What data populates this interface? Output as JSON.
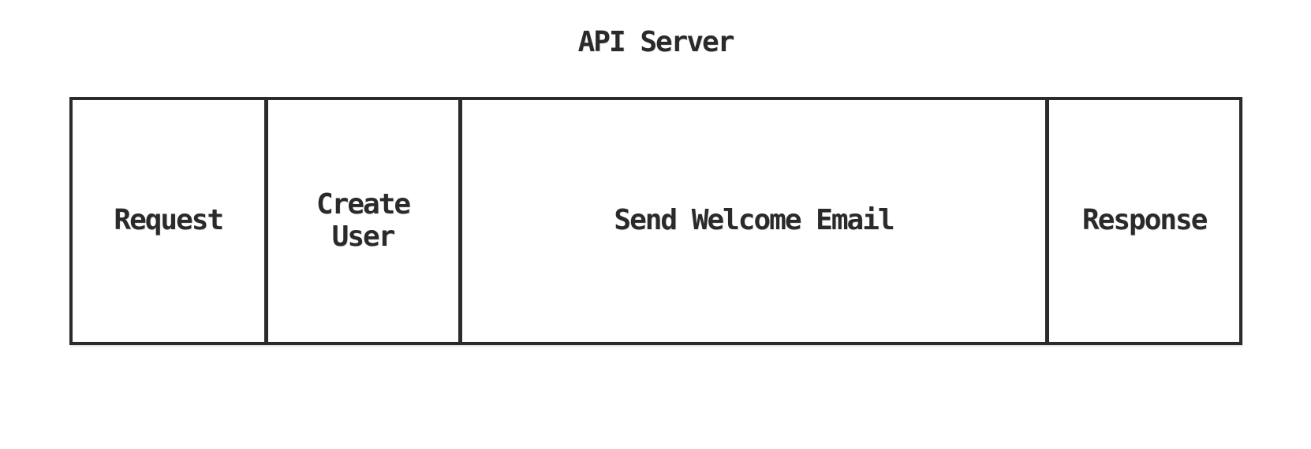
{
  "diagram": {
    "title": "API Server",
    "colors": {
      "background": "#ffffff",
      "border": "#2b2b2b",
      "text": "#2a2a2a"
    },
    "spans": [
      {
        "label": "Request",
        "width_pct": 16.4
      },
      {
        "label": "Create User",
        "width_pct": 16.63
      },
      {
        "label": "Send Welcome Email",
        "width_pct": 50.37
      },
      {
        "label": "Response",
        "width_pct": 16.6
      }
    ]
  }
}
